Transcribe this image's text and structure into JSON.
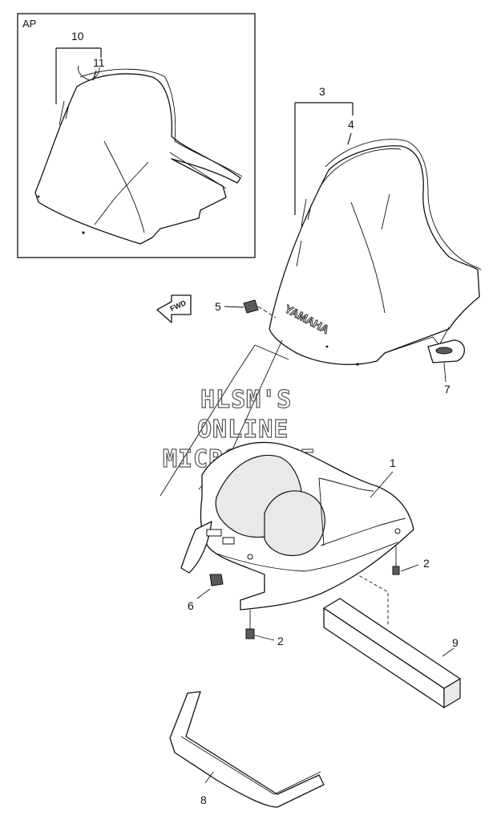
{
  "inset": {
    "label": "AP"
  },
  "callouts": {
    "c1": "1",
    "c2a": "2",
    "c2b": "2",
    "c3": "3",
    "c4": "4",
    "c5": "5",
    "c6": "6",
    "c7": "7",
    "c8": "8",
    "c9": "9",
    "c10": "10",
    "c11": "11"
  },
  "watermark": {
    "line1": "HLSM'S",
    "line2": "ONLINE",
    "line3": "MICROFICHE"
  },
  "windshield": {
    "brand": "YAMAHA"
  },
  "direction": {
    "arrow_label": "FWD"
  }
}
